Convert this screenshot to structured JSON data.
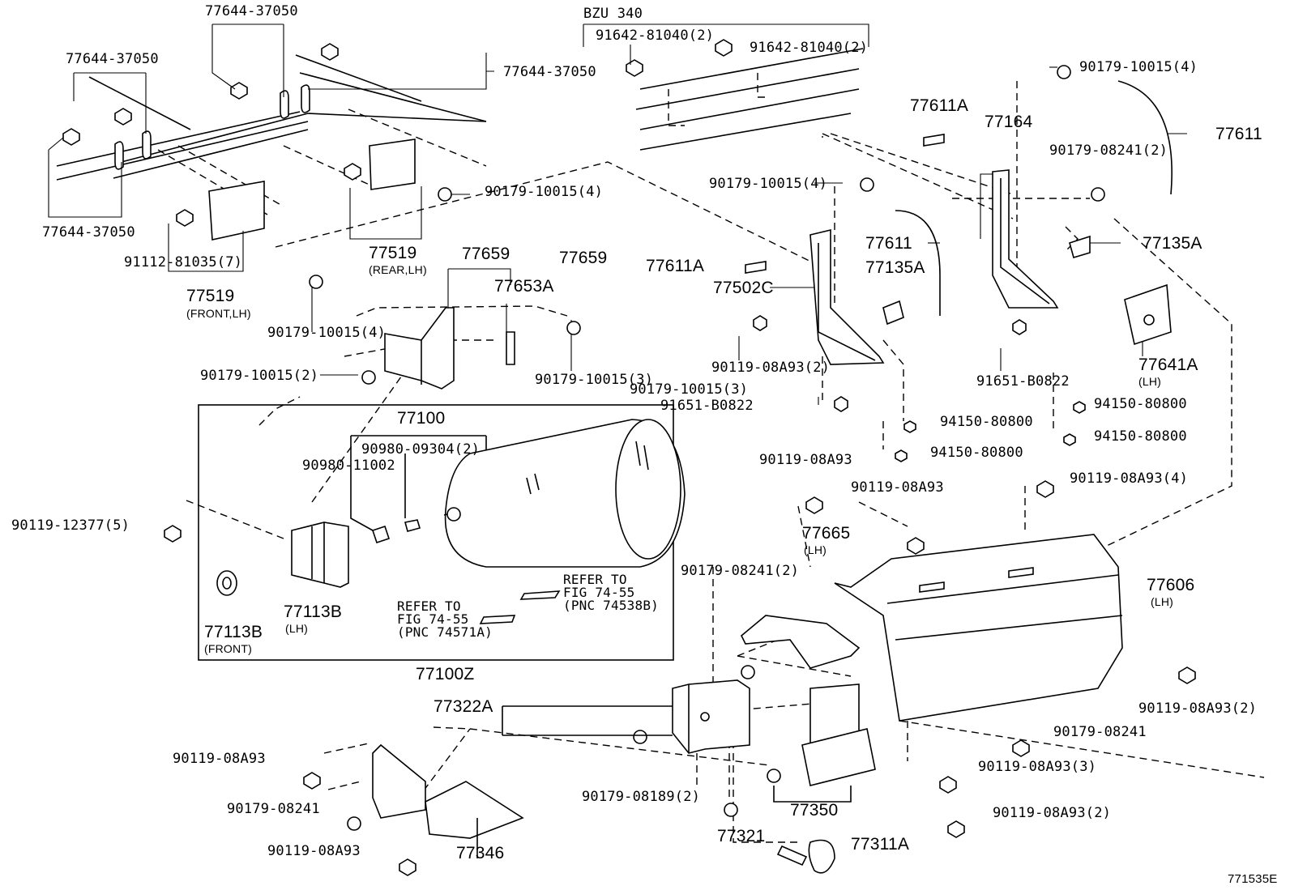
{
  "diagram_id": "771535E",
  "box_header": "BZU 340",
  "labels": {
    "p77644_a": "77644-37050",
    "p77644_b": "77644-37050",
    "p77644_c": "77644-37050",
    "p77644_d": "77644-37050",
    "p91642_a": "91642-81040(2)",
    "p91642_b": "91642-81040(2)",
    "p90179_10015_4_top": "90179-10015(4)",
    "p77611": "77611",
    "p77611A_top": "77611A",
    "p77164": "77164",
    "p90179_08241_2_top": "90179-08241(2)",
    "p90179_10015_4_mid": "90179-10015(4)",
    "p90179_10015_4_rail": "90179-10015(4)",
    "p91112": "91112-81035(7)",
    "p77519_rear": "77519",
    "p77519_rear_sub": "(REAR,LH)",
    "p77519_front": "77519",
    "p77519_front_sub": "(FRONT,LH)",
    "p77659_a": "77659",
    "p77659_b": "77659",
    "p77653A": "77653A",
    "p77611_mid": "77611",
    "p77611A_mid": "77611A",
    "p77135A_mid": "77135A",
    "p77502C": "77502C",
    "p77135A_right": "77135A",
    "p90179_10015_4_left": "90179-10015(4)",
    "p90179_10015_2": "90179-10015(2)",
    "p90179_10015_3_a": "90179-10015(3)",
    "p90119_08A93_2_mid": "90119-08A93(2)",
    "p90179_10015_3_b": "90179-10015(3)",
    "p91651_a": "91651-B0822",
    "p91651_b": "91651-B0822",
    "p77641A": "77641A",
    "p77641A_sub": "(LH)",
    "p94150_a": "94150-80800",
    "p94150_b": "94150-80800",
    "p94150_c": "94150-80800",
    "p94150_d": "94150-80800",
    "p77100": "77100",
    "p90980_09304": "90980-09304(2)",
    "p90980_11002": "90980-11002",
    "p90119_12377": "90119-12377(5)",
    "p77113B_lh": "77113B",
    "p77113B_lh_sub": "(LH)",
    "p77113B_front": "77113B",
    "p77113B_front_sub": "(FRONT)",
    "refer1_l1": "REFER TO",
    "refer1_l2": "FIG 74-55",
    "refer1_l3": "(PNC 74538B)",
    "refer2_l1": "REFER TO",
    "refer2_l2": "FIG 74-55",
    "refer2_l3": "(PNC 74571A)",
    "p77100Z": "77100Z",
    "p90119_08A93_a": "90119-08A93",
    "p90119_08A93_b": "90119-08A93",
    "p90119_08A93_4": "90119-08A93(4)",
    "p77665": "77665",
    "p77665_sub": "(LH)",
    "p90179_08241_2_low": "90179-08241(2)",
    "p77606": "77606",
    "p77606_sub": "(LH)",
    "p77322A": "77322A",
    "p90119_08A93_2_right": "90119-08A93(2)",
    "p90179_08241_right": "90179-08241",
    "p90119_08A93_3": "90119-08A93(3)",
    "p90119_08A93_2_low": "90119-08A93(2)",
    "p90119_08A93_left": "90119-08A93",
    "p90179_08241_left": "90179-08241",
    "p90179_08189": "90179-08189(2)",
    "p77350": "77350",
    "p90119_08A93_bottom": "90119-08A93",
    "p77346": "77346",
    "p77321": "77321",
    "p77311A": "77311A"
  }
}
